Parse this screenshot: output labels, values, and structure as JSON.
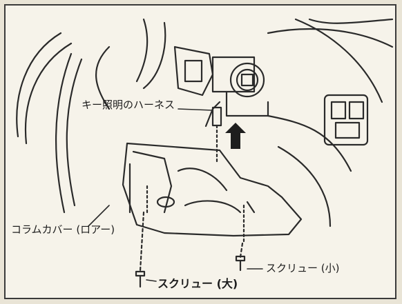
{
  "labels": {
    "key_light_harness": "キー照明のハーネス",
    "column_cover_lower": "コラムカバー (ロアー)",
    "screw_small": "スクリュー (小)",
    "screw_large": "スクリュー (大)"
  }
}
